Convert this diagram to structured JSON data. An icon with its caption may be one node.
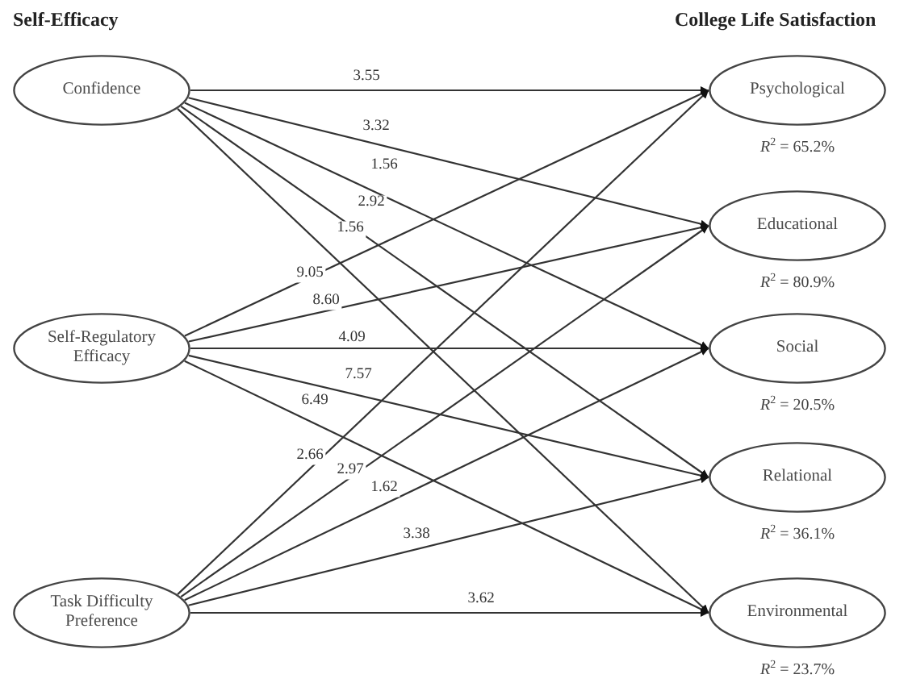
{
  "diagram": {
    "nodes": [
      {
        "text": [
          "Confidence"
        ]
      },
      {
        "text": [
          "Self-Regulatory Efficacy"
        ]
      },
      {
        "text": [
          "Task Difficulty Preference"
        ]
      },
      {
        "text": [
          "Psychological"
        ],
        "beside": [
          "*R*$^{2}$ = 65.2%"
        ]
      },
      {
        "text": [
          "Educational"
        ],
        "beside": [
          "*R*$^{2}$ = 80.9%"
        ]
      },
      {
        "text": [
          "Social"
        ],
        "beside": [
          "*R*$^{2}$ = 20.5%"
        ]
      },
      {
        "text": [
          "Relational"
        ],
        "beside": [
          "*R*$^{2}$ = 36.1%"
        ]
      },
      {
        "text": [
          "Environmental"
        ],
        "beside": [
          "*R*$^{2}$ = 23.7%"
        ]
      }
    ],
    "edges": [
      {
        "from": 0,
        "to": 3,
        "arrow": "to",
        "label": "3.55"
      },
      {
        "from": 0,
        "to": 4,
        "arrow": "to",
        "label": "3.32"
      },
      {
        "from": 0,
        "to": 5,
        "arrow": "to",
        "label": "1.56"
      },
      {
        "from": 0,
        "to": 6,
        "arrow": "to",
        "label": "2.92"
      },
      {
        "from": 0,
        "to": 7,
        "arrow": "to",
        "label": "1.56"
      },
      {
        "from": 1,
        "to": 3,
        "arrow": "to",
        "label": "9.05"
      },
      {
        "from": 1,
        "to": 4,
        "arrow": "to",
        "label": "8.60"
      },
      {
        "from": 1,
        "to": 5,
        "arrow": "to",
        "label": "4.09"
      },
      {
        "from": 1,
        "to": 6,
        "arrow": "to",
        "label": "7.57"
      },
      {
        "from": 1,
        "to": 7,
        "arrow": "to",
        "label": "6.49"
      },
      {
        "from": 2,
        "to": 3,
        "arrow": "to",
        "label": "2.66"
      },
      {
        "from": 2,
        "to": 4,
        "arrow": "to",
        "label": "2.97"
      },
      {
        "from": 2,
        "to": 5,
        "arrow": "to",
        "label": "1.62"
      },
      {
        "from": 2,
        "to": 6,
        "arrow": "to",
        "label": "3.38"
      },
      {
        "from": 2,
        "to": 7,
        "arrow": "to",
        "label": "3.62"
      }
    ],
    "labels": [
      "Self-Efficacy",
      "College Life Satisfaction"
    ]
  }
}
